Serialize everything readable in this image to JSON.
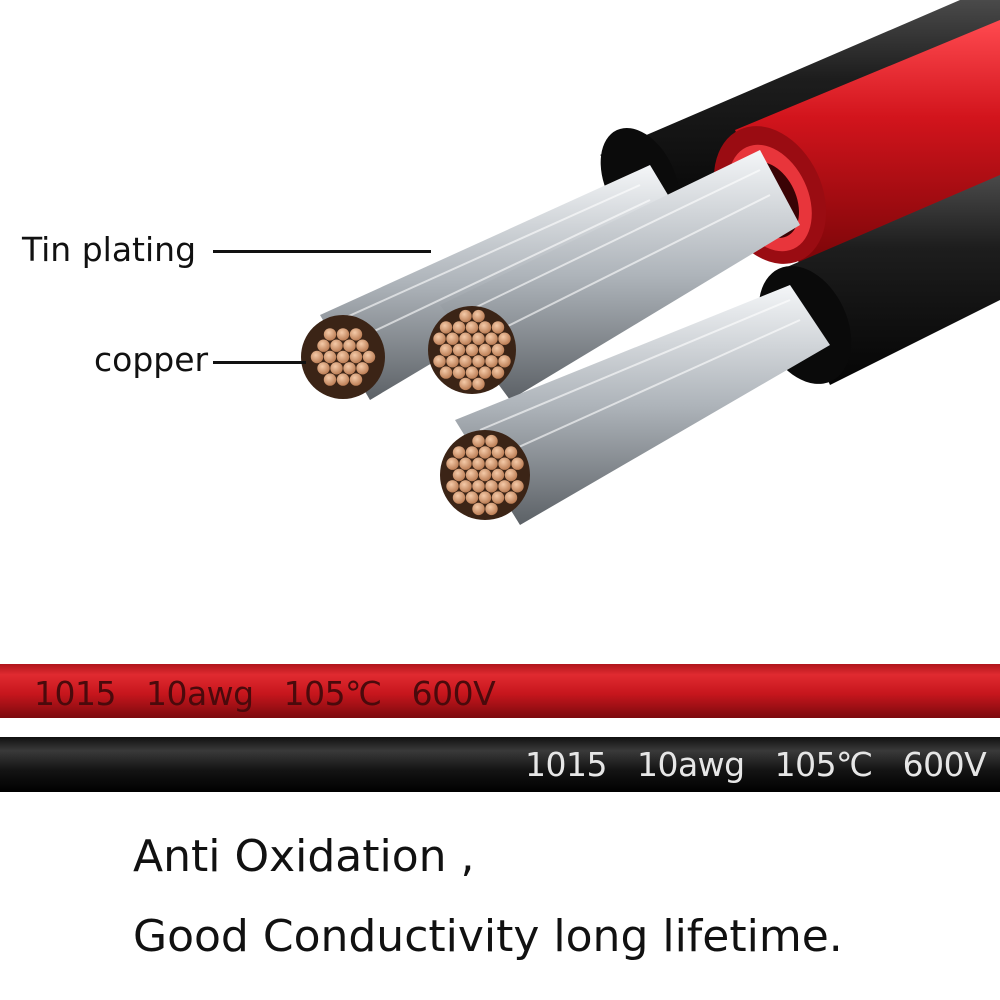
{
  "labels": {
    "tin_plating": "Tin plating",
    "copper": "copper"
  },
  "cable_print": {
    "red": "1015   10awg   105℃   600V",
    "black": "1015   10awg   105℃   600V"
  },
  "caption": {
    "line1": "Anti Oxidation ,",
    "line2": "Good Conductivity long lifetime."
  },
  "colors": {
    "red_insulation": "#cc1f26",
    "black_insulation": "#1a1a1a",
    "tin_strands": "#c9ced3",
    "copper_strand": "#d8a07a",
    "print_red": "#4a0a0c",
    "print_black": "#e6e6e6"
  }
}
